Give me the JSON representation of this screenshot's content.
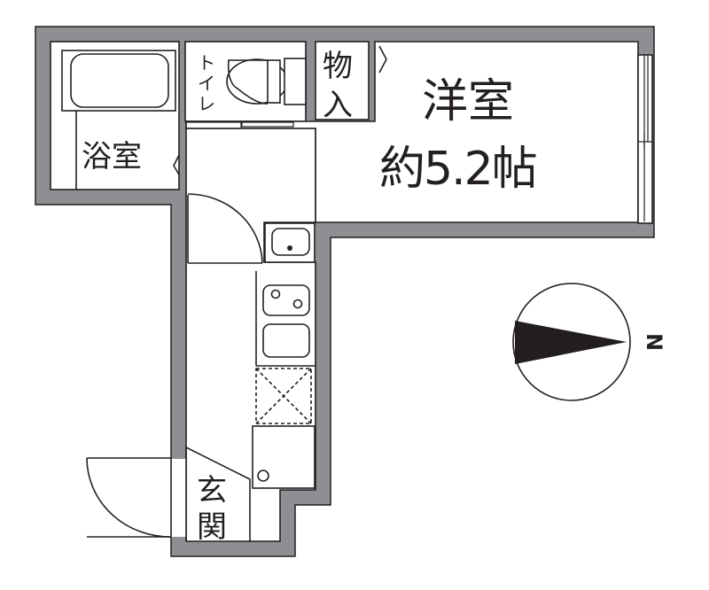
{
  "floor_plan": {
    "rooms": [
      {
        "id": "bathroom",
        "label": "浴室"
      },
      {
        "id": "toilet",
        "label": "トイレ"
      },
      {
        "id": "storage",
        "label_line1": "物",
        "label_line2": "入"
      },
      {
        "id": "western_room",
        "label": "洋室",
        "size": "約5.2帖"
      },
      {
        "id": "entrance",
        "label_line1": "玄",
        "label_line2": "関"
      }
    ],
    "toilet_chars": [
      "ト",
      "イ",
      "レ"
    ],
    "compass": {
      "direction_label": "N",
      "pointing": "right"
    },
    "colors": {
      "wall": "#8e8f93",
      "line": "#231f20",
      "background": "#ffffff"
    }
  }
}
